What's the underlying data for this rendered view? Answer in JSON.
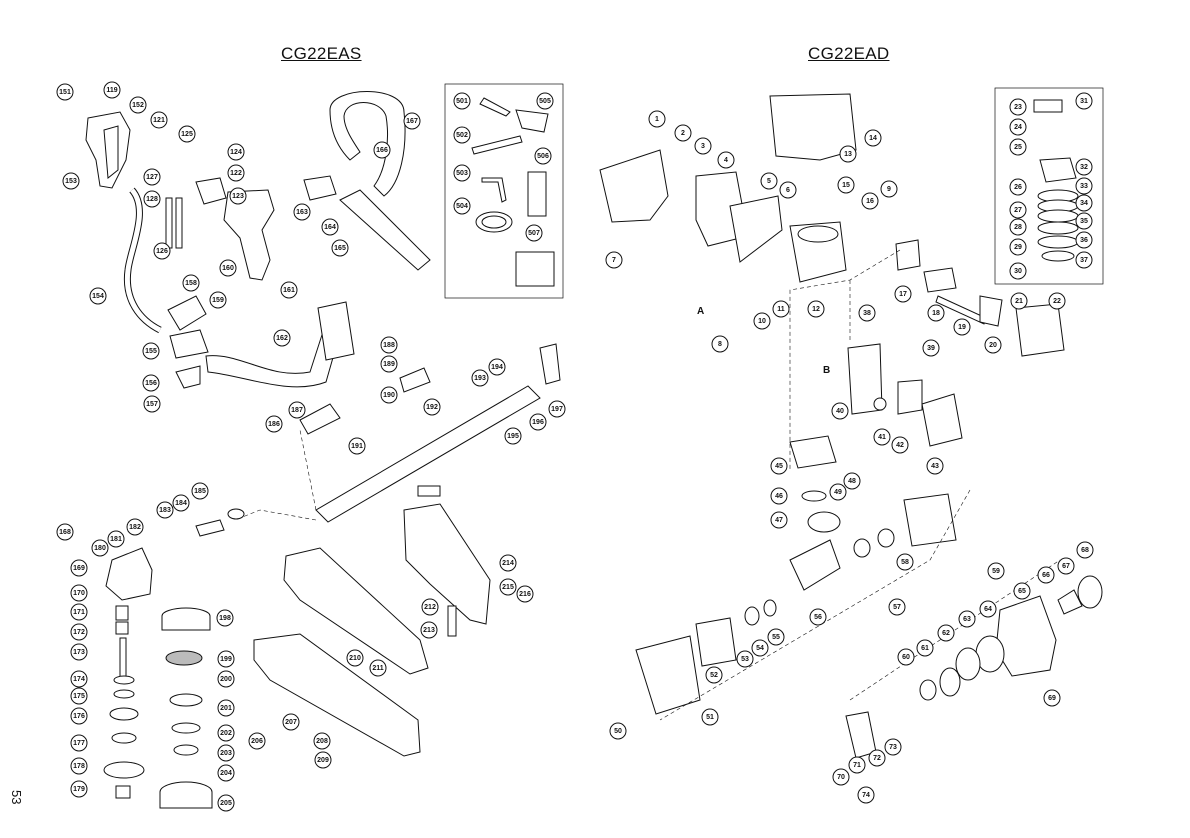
{
  "titles": {
    "left": "CG22EAS",
    "right": "CG22EAD"
  },
  "page_number": "53",
  "marks": {
    "a": "A",
    "b": "B"
  },
  "callouts": [
    "151",
    "119",
    "152",
    "121",
    "153",
    "125",
    "124",
    "127",
    "122",
    "128",
    "123",
    "126",
    "160",
    "161",
    "154",
    "158",
    "159",
    "155",
    "156",
    "157",
    "167",
    "166",
    "163",
    "164",
    "165",
    "162",
    "501",
    "505",
    "502",
    "506",
    "503",
    "504",
    "507",
    "188",
    "189",
    "190",
    "187",
    "186",
    "191",
    "192",
    "193",
    "194",
    "195",
    "196",
    "197",
    "185",
    "184",
    "183",
    "182",
    "181",
    "180",
    "168",
    "169",
    "170",
    "171",
    "172",
    "173",
    "174",
    "175",
    "176",
    "177",
    "178",
    "179",
    "198",
    "199",
    "200",
    "201",
    "202",
    "203",
    "204",
    "205",
    "206",
    "207",
    "208",
    "209",
    "210",
    "211",
    "212",
    "213",
    "214",
    "215",
    "216",
    "1",
    "2",
    "3",
    "4",
    "5",
    "6",
    "7",
    "8",
    "9",
    "10",
    "11",
    "12",
    "13",
    "14",
    "15",
    "16",
    "17",
    "18",
    "19",
    "20",
    "21",
    "22",
    "23",
    "24",
    "25",
    "26",
    "27",
    "28",
    "29",
    "30",
    "31",
    "32",
    "33",
    "34",
    "35",
    "36",
    "37",
    "38",
    "39",
    "40",
    "41",
    "42",
    "43",
    "45",
    "46",
    "47",
    "48",
    "49",
    "50",
    "51",
    "52",
    "53",
    "54",
    "55",
    "56",
    "57",
    "58",
    "59",
    "60",
    "61",
    "62",
    "63",
    "64",
    "65",
    "66",
    "67",
    "68",
    "69",
    "70",
    "71",
    "72",
    "73",
    "74"
  ]
}
